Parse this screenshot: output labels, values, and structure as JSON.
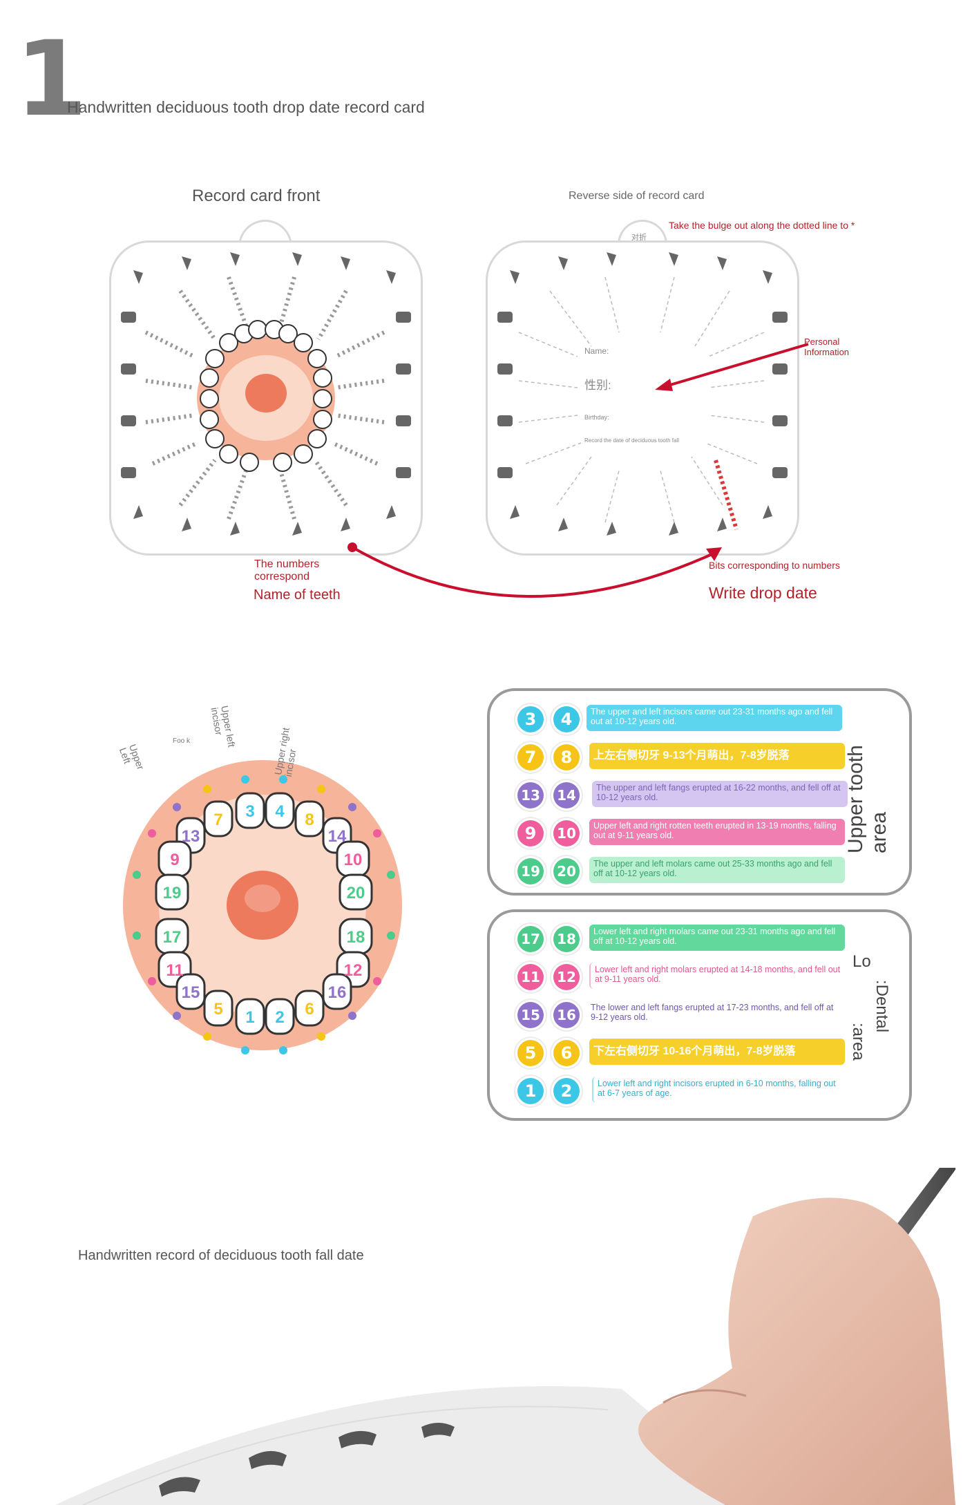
{
  "header": {
    "number": "1",
    "title": "Handwritten deciduous tooth drop date record card"
  },
  "front": {
    "title": "Record card front"
  },
  "back": {
    "title": "Reverse side of record card",
    "name_label": "Name:",
    "gender_label": "性别:",
    "birthday_label": "Birthday:",
    "record_label": "Record the date of deciduous tooth fall",
    "tab_text": "对折"
  },
  "annotations": {
    "fold_note": "Take the bulge out along the dotted line to *",
    "personal_info": "Personal Information",
    "numbers_correspond": "The numbers correspond",
    "name_of_teeth": "Name of teeth",
    "bits_corresponding": "Bits corresponding to numbers",
    "write_drop_date": "Write drop date"
  },
  "diagram_labels": {
    "upper_left": "Upper Left",
    "upper_left_incisor": "Upper left incisor",
    "upper_right_incisor": "Upper right incisor",
    "foo": "Foo k"
  },
  "tooth_numbers": [
    "1",
    "2",
    "3",
    "4",
    "5",
    "6",
    "7",
    "8",
    "9",
    "10",
    "11",
    "12",
    "13",
    "14",
    "15",
    "16",
    "17",
    "18",
    "19",
    "20"
  ],
  "upper_area": {
    "label": "Upper tooth area",
    "rows": [
      {
        "a": "3",
        "b": "4",
        "color": "#3cc7e6",
        "bar": "#5dd5ee",
        "text": "The upper and left incisors came out 23-31 months ago and fell out at 10-12 years old.",
        "textcolor": "#ffffff"
      },
      {
        "a": "7",
        "b": "8",
        "color": "#f6c417",
        "bar": "#f7cf2a",
        "text": "上左右侧切牙 9-13个月萌出，7-8岁脱落",
        "textcolor": "#ffffff"
      },
      {
        "a": "13",
        "b": "14",
        "color": "#8f72c9",
        "bar": "#d4c6f0",
        "text": "The upper and left fangs erupted at 16-22 months, and fell off at 10-12 years old.",
        "textcolor": "#7c65b5"
      },
      {
        "a": "9",
        "b": "10",
        "color": "#ef5d9c",
        "bar": "#f17eb0",
        "text": "Upper left and right rotten teeth erupted in 13-19 months, falling out at 9-11 years old.",
        "textcolor": "#ffffff"
      },
      {
        "a": "19",
        "b": "20",
        "color": "#4ccb8a",
        "bar": "#b9f0cf",
        "text": "The upper and left molars came out 25-33 months ago and fell off at 10-12 years old.",
        "textcolor": "#3aa16d"
      }
    ]
  },
  "lower_area": {
    "label_a": "Lo",
    "label_b": ":area",
    "label_c": ":Dental",
    "rows": [
      {
        "a": "17",
        "b": "18",
        "color": "#4ccb8a",
        "bar": "#62d89c",
        "text": "Lower left and right molars came out 23-31 months ago and fell off at 10-12 years old.",
        "textcolor": "#ffffff"
      },
      {
        "a": "11",
        "b": "12",
        "color": "#ef5d9c",
        "bar": "#ffffff",
        "text": "Lower left and right molars erupted at 14-18 months, and fell out at 9-11 years old.",
        "textcolor": "#e2568f"
      },
      {
        "a": "15",
        "b": "16",
        "color": "#8f72c9",
        "bar": "#ffffff",
        "text": "The lower and left fangs erupted at 17-23 months, and fell off at 9-12 years old.",
        "textcolor": "#6f58aa"
      },
      {
        "a": "5",
        "b": "6",
        "color": "#f6c417",
        "bar": "#f7cf2a",
        "text": "下左右侧切牙 10-16个月萌出，7-8岁脱落",
        "textcolor": "#ffffff"
      },
      {
        "a": "1",
        "b": "2",
        "color": "#3cc7e6",
        "bar": "#ffffff",
        "text": "Lower left and right incisors erupted in 6-10 months, falling out at 6-7 years of age.",
        "textcolor": "#2fb1d0"
      }
    ]
  },
  "footer": {
    "caption": "Handwritten record of deciduous tooth fall date"
  }
}
